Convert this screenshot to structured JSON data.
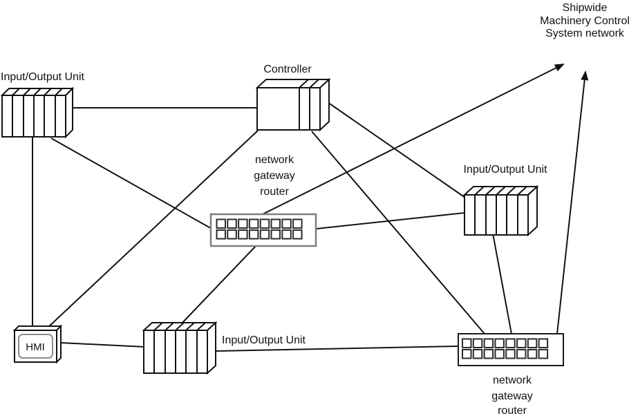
{
  "diagram_title": "Shipwide Machinery Control System network",
  "labels": {
    "io_top_left": "Input/Output Unit",
    "controller": "Controller",
    "io_right": "Input/Output Unit",
    "io_bottom": "Input/Output Unit",
    "hmi": "HMI",
    "router_center": {
      "line1": "network",
      "line2": "gateway",
      "line3": "router"
    },
    "router_bottom": {
      "line1": "network",
      "line2": "gateway",
      "line3": "router"
    },
    "shipwide": {
      "line1": "Shipwide",
      "line2": "Machinery Control",
      "line3": "System network"
    }
  },
  "colors": {
    "background": "#ffffff",
    "line": "#111111",
    "router_center_border": "#7d7d7d",
    "router_bottom_border": "#1a1a1a",
    "hmi_screen_border": "#8a8a8a",
    "text": "#111111"
  },
  "nodes": [
    {
      "id": "io-unit-top-left",
      "type": "io-unit",
      "label": "Input/Output Unit"
    },
    {
      "id": "controller",
      "type": "controller",
      "label": "Controller"
    },
    {
      "id": "io-unit-right",
      "type": "io-unit",
      "label": "Input/Output Unit"
    },
    {
      "id": "io-unit-bottom",
      "type": "io-unit",
      "label": "Input/Output Unit"
    },
    {
      "id": "hmi",
      "type": "hmi-terminal",
      "label": "HMI"
    },
    {
      "id": "network-gateway-router-center",
      "type": "router",
      "label": "network gateway router"
    },
    {
      "id": "network-gateway-router-bottom",
      "type": "router",
      "label": "network gateway router"
    },
    {
      "id": "shipwide-network",
      "type": "external-network",
      "label": "Shipwide Machinery Control System network"
    }
  ],
  "links": [
    {
      "from": "io-unit-top-left",
      "to": "controller",
      "arrow": false
    },
    {
      "from": "io-unit-top-left",
      "to": "hmi",
      "arrow": false
    },
    {
      "from": "io-unit-top-left",
      "to": "network-gateway-router-center",
      "arrow": false
    },
    {
      "from": "controller",
      "to": "hmi",
      "arrow": false
    },
    {
      "from": "controller",
      "to": "io-unit-right",
      "arrow": false
    },
    {
      "from": "controller",
      "to": "network-gateway-router-bottom",
      "arrow": false
    },
    {
      "from": "network-gateway-router-center",
      "to": "shipwide-network",
      "arrow": true
    },
    {
      "from": "network-gateway-router-center",
      "to": "io-unit-right",
      "arrow": false
    },
    {
      "from": "network-gateway-router-center",
      "to": "io-unit-bottom",
      "arrow": false
    },
    {
      "from": "hmi",
      "to": "io-unit-bottom",
      "arrow": false
    },
    {
      "from": "io-unit-bottom",
      "to": "network-gateway-router-bottom",
      "arrow": false
    },
    {
      "from": "io-unit-right",
      "to": "network-gateway-router-bottom",
      "arrow": false
    },
    {
      "from": "network-gateway-router-bottom",
      "to": "shipwide-network",
      "arrow": true
    }
  ]
}
